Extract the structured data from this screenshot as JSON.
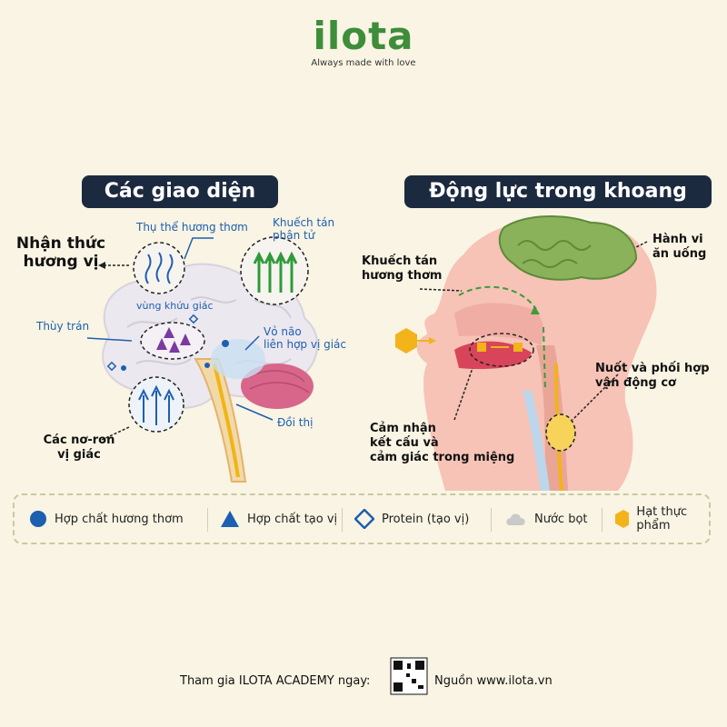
{
  "brand": {
    "name": "ilota",
    "tagline": "Always made with love"
  },
  "left_panel": {
    "title": "Các giao diện",
    "labels": {
      "flavor_perception": "Nhận thức\nhương vị",
      "olfactory_receptor": "Thụ thể hương thơm",
      "molecular_diffusion": "Khuếch tán\nphân tử",
      "olfactory_area": "vùng khứu giác",
      "frontal_lobe": "Thùy trán",
      "gustatory_cortex": "Vỏ não\nliên hợp vị giác",
      "thalamus": "Đồi thị",
      "taste_neurons": "Các nơ-ron\nvị giác"
    }
  },
  "right_panel": {
    "title": "Động lực trong khoang miệng",
    "labels": {
      "aroma_diffusion": "Khuếch tán\nhương thơm",
      "eating_behavior": "Hành vi\năn uống",
      "swallow_motor": "Nuốt và phối hợp\nvận động cơ",
      "texture_sensation": "Cảm nhận\nkết cấu và\ncảm giác trong miệng"
    }
  },
  "legend": [
    {
      "label": "Hợp chất hương thơm",
      "icon": "circle",
      "color": "#1d5fb0"
    },
    {
      "label": "Hợp chất tạo vị",
      "icon": "triangle",
      "color": "#1d5fb0"
    },
    {
      "label": "Protein (tạo vị)",
      "icon": "diamond",
      "color": "#1d5fb0"
    },
    {
      "label": "Nước bọt",
      "icon": "cloud",
      "color": "#c9c9c9"
    },
    {
      "label": "Hạt thực phẩm",
      "icon": "hexagon",
      "color": "#f2b31b"
    }
  ],
  "footer": {
    "join": "Tham gia ILOTA ACADEMY ngay:",
    "source": "Nguồn www.ilota.vn"
  },
  "colors": {
    "accent_green": "#3e8d3a",
    "title_navy": "#1c2a3f",
    "label_blue": "#1d5fb0",
    "background": "#f9f4e3"
  }
}
